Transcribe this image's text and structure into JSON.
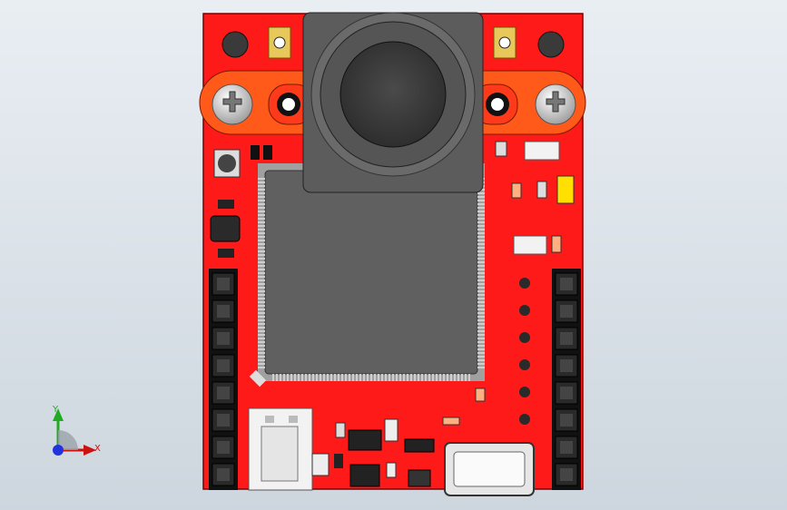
{
  "viewport": {
    "background_top": "#e9eef3",
    "background_bottom": "#cdd6de"
  },
  "board": {
    "pcb_color": "#ff1a1a",
    "pcb_edge_color": "#7a0000",
    "chip_color": "#606060",
    "lens_color": "#3a3a3a",
    "header_pin_count_left": 8,
    "header_pin_count_right": 8,
    "test_pad_count": 6
  },
  "triad": {
    "x_label": "X",
    "y_label": "Y",
    "x_color": "#cc1111",
    "y_color": "#22aa22",
    "z_color": "#2233dd"
  }
}
